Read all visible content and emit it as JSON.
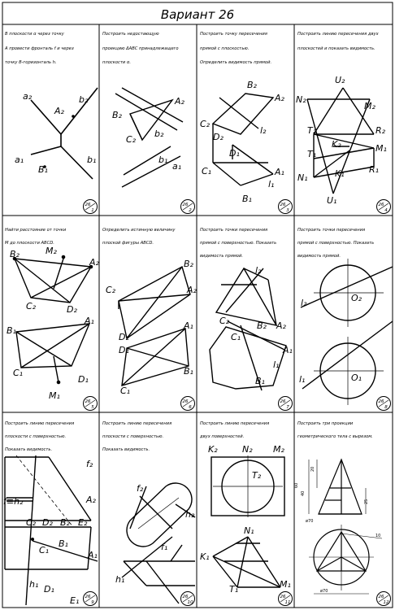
{
  "title": "Вариант 26",
  "cells": [
    {
      "task": [
        "В плоскости α через точку",
        "А провести фронталь f и через",
        "точку В-горизонталь h."
      ],
      "badge": [
        "26",
        "1"
      ],
      "labels": {
        "a2": "a₂",
        "b2": "b₂",
        "A2": "A₂",
        "a1": "a₁",
        "B1": "B₁",
        "b1": "b₁"
      }
    },
    {
      "task": [
        "Построить недостающую",
        "проекцию ΔАВС принадлежащего",
        "плоскости α."
      ],
      "badge": [
        "26",
        "2"
      ],
      "labels": {
        "B2": "B₂",
        "A2": "A₂",
        "C2": "C₂",
        "b2": "b₂",
        "b1": "b₁",
        "a1": "a₁"
      }
    },
    {
      "task": [
        "Построить точку пересечения",
        "прямой с плоскостью.",
        "Определить видимость прямой."
      ],
      "badge": [
        "26",
        "3"
      ],
      "labels": {
        "B2": "B₂",
        "A2": "A₂",
        "C2": "C₂",
        "D2": "D₂",
        "l2": "l₂",
        "D1": "D₁",
        "C1": "C₁",
        "A1": "A₁",
        "l1": "l₁",
        "B1": "B₁"
      }
    },
    {
      "task": [
        "Построить линию пересечения двух",
        "плоскостей и показать видимость."
      ],
      "badge": [
        "26",
        "4"
      ],
      "labels": {
        "U2": "U₂",
        "N2": "N₂",
        "M2": "M₂",
        "T2": "T₂",
        "K2": "K₂",
        "R2": "R₂",
        "T1": "T₁",
        "M1": "M₁",
        "K1": "K₁",
        "R1": "R₁",
        "N1": "N₁",
        "U1": "U₁"
      }
    },
    {
      "task": [
        "Найти расстояние от точки",
        "М до плоскости АВСD."
      ],
      "badge": [
        "26",
        "5"
      ],
      "labels": {
        "B2": "B₂",
        "M2": "M₂",
        "A2": "A₂",
        "C2": "C₂",
        "D2": "D₂",
        "B1": "B₁",
        "A1": "A₁",
        "C1": "C₁",
        "D1": "D₁",
        "M1": "M₁"
      }
    },
    {
      "task": [
        "Определить истинную величину",
        "плоской фигуры АВСD."
      ],
      "badge": [
        "26",
        "6"
      ],
      "labels": {
        "B2": "B₂",
        "C2": "C₂",
        "A2": "A₂",
        "D2": "D₂",
        "D1": "D₁",
        "A1": "A₁",
        "B1": "B₁",
        "C1": "C₁"
      }
    },
    {
      "task": [
        "Построить точки пересечения",
        "прямой с поверхностью. Показать",
        "видимость прямой."
      ],
      "badge": [
        "26",
        "7"
      ],
      "labels": {
        "l2": "l₂",
        "C2": "C₂",
        "B2": "B₂",
        "A2": "A₂",
        "C1": "C₁",
        "A1": "A₁",
        "l1": "l₁",
        "B1": "B₁"
      }
    },
    {
      "task": [
        "Построить точки пересечения",
        "прямой с поверхностью. Показать",
        "видимость прямой."
      ],
      "badge": [
        "26",
        "8"
      ],
      "labels": {
        "l2": "l₂",
        "O2": "O₂",
        "l1": "l₁",
        "O1": "O₁"
      }
    },
    {
      "task": [
        "Построить линию пересечения",
        "плоскости с поверхностью.",
        "Показать видимость."
      ],
      "badge": [
        "26",
        "9"
      ],
      "labels": {
        "f2": "f₂",
        "fh2": "f≡h₂",
        "A2": "A₂",
        "C2": "C₂",
        "D2": "D₂",
        "B2": "B₂",
        "E2": "E₂",
        "C1": "C₁",
        "B1": "B₁",
        "A1": "A₁",
        "h1": "h₁",
        "D1": "D₁",
        "E1": "E₁"
      }
    },
    {
      "task": [
        "Построить линию пересечения",
        "плоскости с поверхностью.",
        "Показать видимость."
      ],
      "badge": [
        "26",
        "10"
      ],
      "labels": {
        "f2": "f₂",
        "h2": "h₂",
        "f1": "f₁",
        "h1": "h₁"
      }
    },
    {
      "task": [
        "Построить линию пересечения",
        "двух поверхностей."
      ],
      "badge": [
        "26",
        "11"
      ],
      "labels": {
        "K2": "K₂",
        "N2": "N₂",
        "M2": "M₂",
        "T2": "T₂",
        "N1": "N₁",
        "K1": "K₁",
        "T1": "T₁",
        "M1": "M₁"
      }
    },
    {
      "task": [
        "Построить три проекции",
        "геометрического тела с вырезом."
      ],
      "badge": [
        "26",
        "12"
      ],
      "dims": {
        "d20": "20",
        "d40": "40",
        "d60": "60",
        "d25": "25",
        "d10": "10",
        "d70": "ø70",
        "d70b": "ø70"
      }
    }
  ]
}
